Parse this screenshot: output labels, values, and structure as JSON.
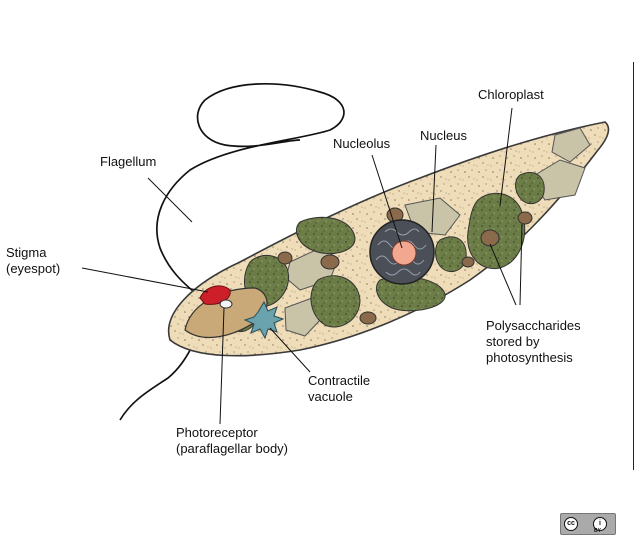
{
  "labels": {
    "flagellum": "Flagellum",
    "nucleolus": "Nucleolus",
    "nucleus": "Nucleus",
    "chloroplast": "Chloroplast",
    "stigma_line1": "Stigma",
    "stigma_line2": "(eyespot)",
    "polysaccharides_line1": "Polysaccharides",
    "polysaccharides_line2": "stored by",
    "polysaccharides_line3": "photosynthesis",
    "contractile_line1": "Contractile",
    "contractile_line2": "vacuole",
    "photoreceptor_line1": "Photoreceptor",
    "photoreceptor_line2": "(paraflagellar body)"
  },
  "license_badge": {
    "cc_text": "cc",
    "by_symbol": "i",
    "by_text": "BY"
  },
  "colors": {
    "cytoplasm": "#efdcb8",
    "outline": "#3a3a3a",
    "chloroplast": "#6c7d48",
    "stigma": "#cc1f2a",
    "nucleus": "#4a4f58",
    "nucleolus": "#f2a890",
    "vacuole": "#6aa3ad"
  }
}
